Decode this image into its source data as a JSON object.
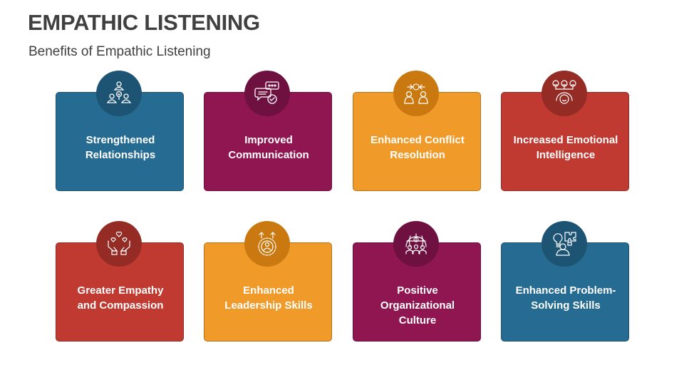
{
  "header": {
    "title": "EMPATHIC LISTENING",
    "subtitle": "Benefits of Empathic Listening"
  },
  "colors": {
    "blue": "#266b91",
    "blue_dark": "#1d5373",
    "magenta": "#8f1650",
    "magenta_dark": "#6e1040",
    "orange": "#f09b29",
    "orange_dark": "#c9790f",
    "red": "#c03a32",
    "red_dark": "#952b25"
  },
  "cards": [
    {
      "label": "Strengthened\nRelationships",
      "icon": "team-relationship-icon",
      "color": "blue"
    },
    {
      "label": "Improved\nCommunication",
      "icon": "chat-bubbles-check-icon",
      "color": "magenta"
    },
    {
      "label": "Enhanced Conflict\nResolution",
      "icon": "conflict-resolution-icon",
      "color": "orange"
    },
    {
      "label": "Increased Emotional\nIntelligence",
      "icon": "emotions-faces-icon",
      "color": "red"
    },
    {
      "label": "Greater Empathy\nand Compassion",
      "icon": "hands-hearts-icon",
      "color": "red"
    },
    {
      "label": "Enhanced\nLeadership Skills",
      "icon": "leadership-gear-icon",
      "color": "orange"
    },
    {
      "label": "Positive\nOrganizational\nCulture",
      "icon": "organization-globe-icon",
      "color": "magenta"
    },
    {
      "label": "Enhanced Problem-\nSolving Skills",
      "icon": "idea-puzzle-person-icon",
      "color": "blue"
    }
  ]
}
